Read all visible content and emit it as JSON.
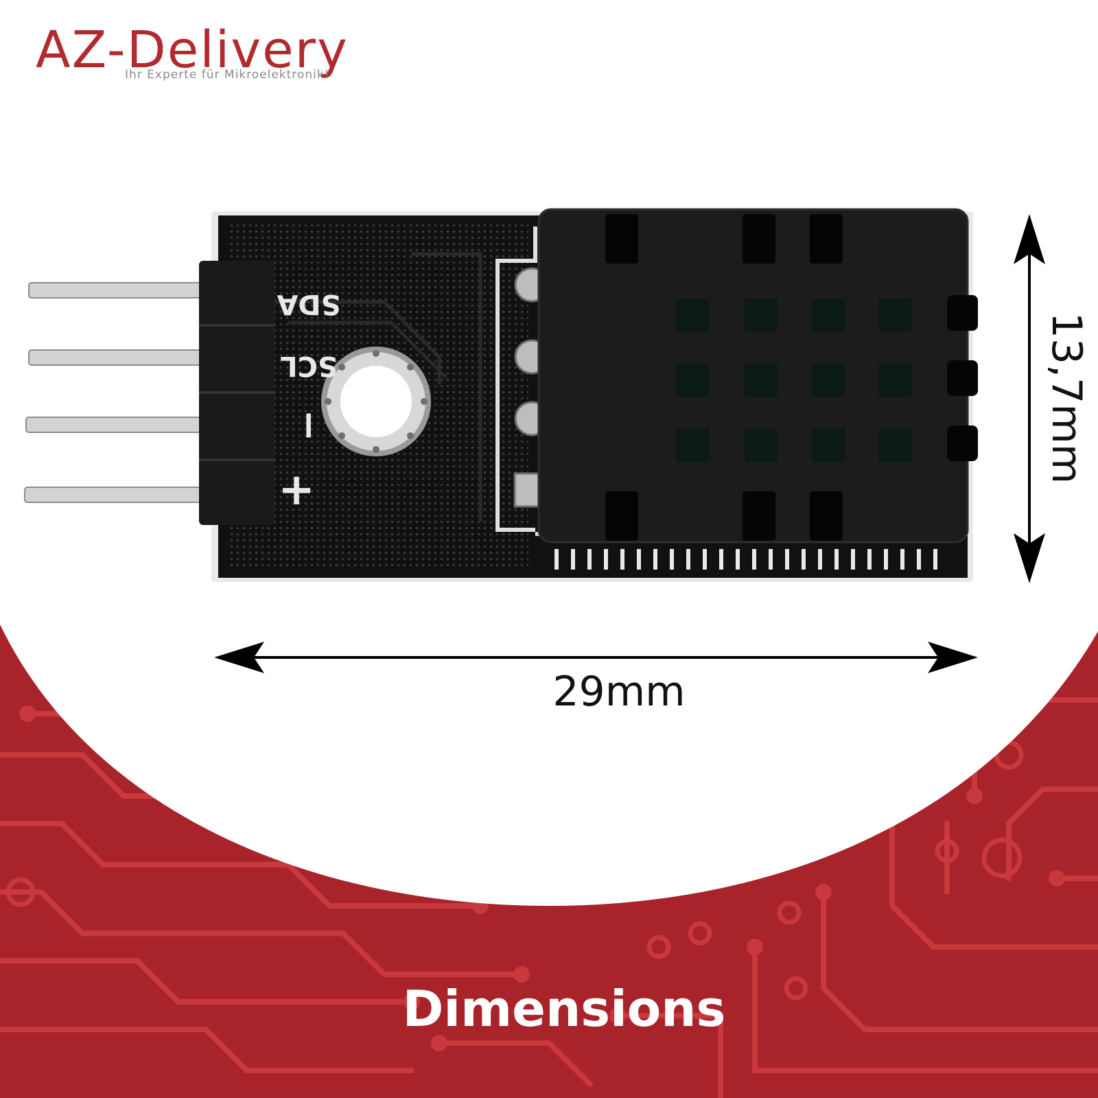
{
  "brand": {
    "logo_text": "AZ-Delivery",
    "tagline": "Ihr Experte für Mikroelektronik!",
    "brand_color": "#b02a2e"
  },
  "module": {
    "pin_labels": [
      "SDA",
      "SCL",
      "−",
      "+"
    ],
    "board_color": "#111111",
    "sensor_color": "#1c1c1c"
  },
  "dimensions": {
    "width_label": "29mm",
    "height_label": "13,7mm"
  },
  "footer": {
    "title": "Dimensions",
    "background_color": "#a8242a"
  }
}
